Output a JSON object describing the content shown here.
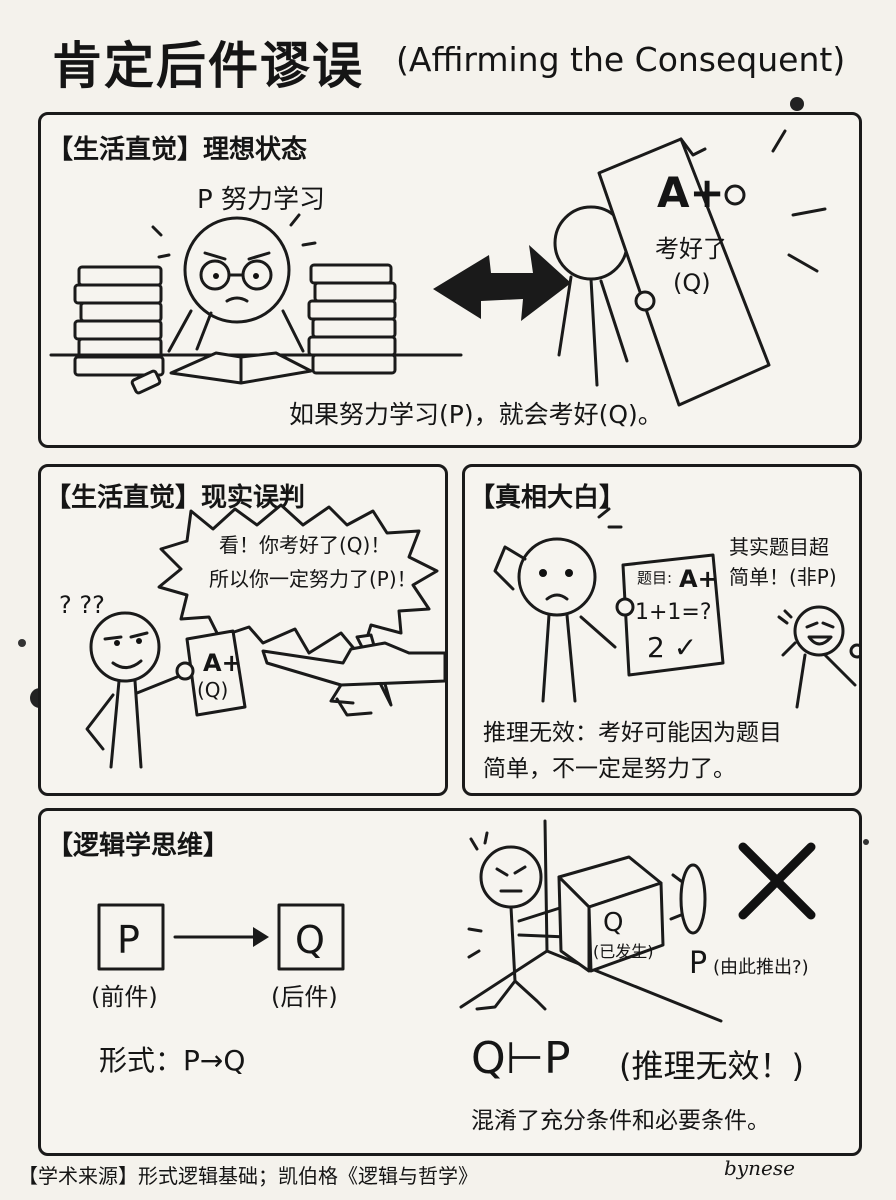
{
  "title": {
    "zh": "肯定后件谬误",
    "en": "(Affirming the Consequent)"
  },
  "panel1": {
    "heading": "【生活直觉】理想状态",
    "p_label": "P 努力学习",
    "paper_grade": "A+",
    "paper_text": "考好了",
    "paper_q": "(Q)",
    "caption": "如果努力学习(P)，就会考好(Q)。"
  },
  "panel2": {
    "heading": "【生活直觉】现实误判",
    "speech_line1": "看！你考好了(Q)！",
    "speech_line2": "所以你一定努力了(P)！",
    "question_marks": "? ??",
    "paper_grade": "A+",
    "paper_q": "(Q)"
  },
  "panel3": {
    "heading": "【真相大白】",
    "paper_label": "题目:",
    "paper_grade": "A+",
    "paper_problem": "1+1=?",
    "paper_answer": "2 ✓",
    "side_line1": "其实题目超",
    "side_line2": "简单！(非P)",
    "caption_line1": "推理无效：考好可能因为题目",
    "caption_line2": "简单，不一定是努力了。"
  },
  "panel4": {
    "heading": "【逻辑学思维】",
    "box_p": "P",
    "box_q": "Q",
    "label_p": "(前件)",
    "label_q": "(后件)",
    "form": "形式：P→Q",
    "crate_q": "Q",
    "crate_note": "(已发生)",
    "p_deduce_big": "P",
    "p_deduce_small": "(由此推出?)",
    "formula": "Q⊢P",
    "formula_note": "(推理无效！)",
    "summary": "混淆了充分条件和必要条件。"
  },
  "footer": {
    "source": "【学术来源】形式逻辑基础；凯伯格《逻辑与哲学》",
    "signature": "bynese"
  }
}
